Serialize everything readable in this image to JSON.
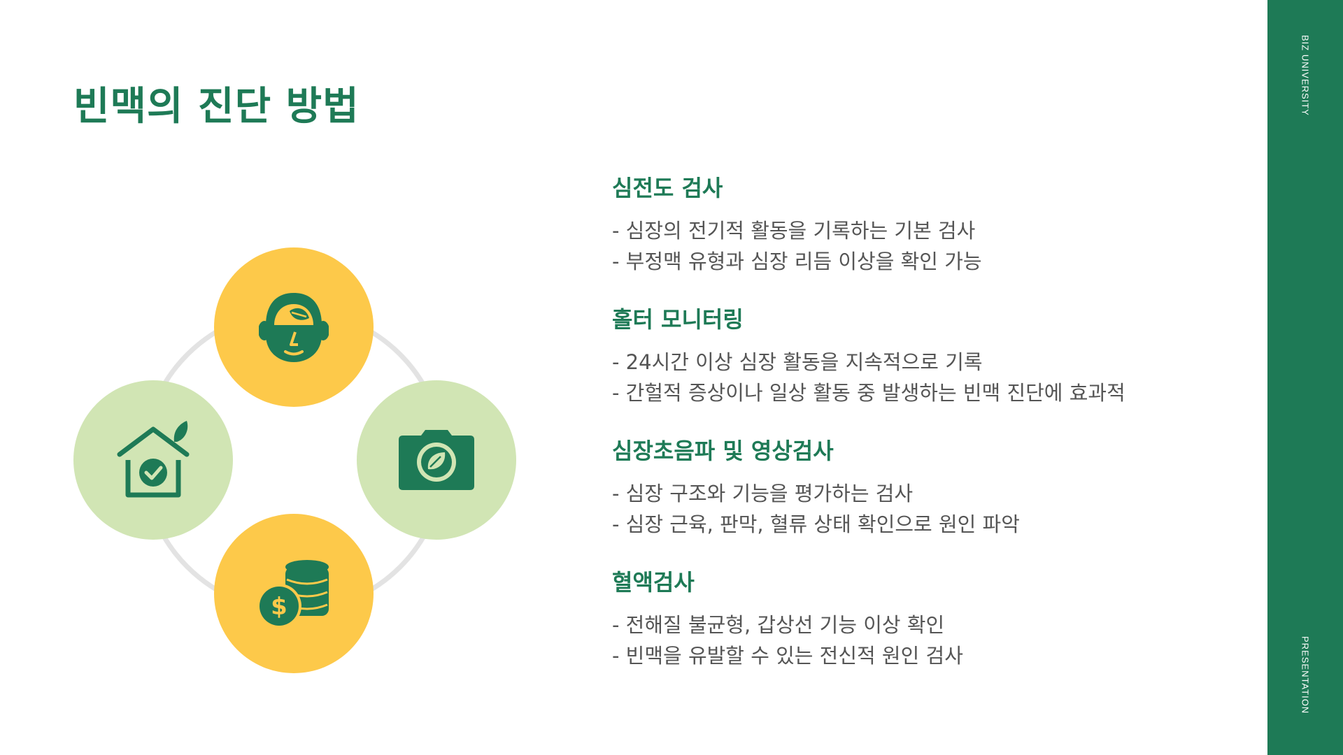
{
  "title": "빈맥의 진단 방법",
  "sidebar": {
    "top_text": "BIZ UNIVERSITY",
    "bottom_text": "PRESENTATION"
  },
  "colors": {
    "primary_green": "#1e7a56",
    "yellow": "#fdc94a",
    "light_green": "#d1e5b4",
    "ring_gray": "#e3e3e3",
    "body_text": "#555555"
  },
  "diagram": {
    "icons": [
      "head-leaf-icon",
      "house-check-icon",
      "camera-leaf-icon",
      "coins-dollar-icon"
    ]
  },
  "items": [
    {
      "title": "심전도 검사",
      "lines": [
        "- 심장의 전기적 활동을 기록하는 기본 검사",
        "- 부정맥 유형과 심장 리듬 이상을 확인 가능"
      ]
    },
    {
      "title": "홀터 모니터링",
      "lines": [
        "- 24시간 이상 심장 활동을 지속적으로 기록",
        "- 간헐적 증상이나 일상 활동 중 발생하는 빈맥 진단에 효과적"
      ]
    },
    {
      "title": "심장초음파 및 영상검사",
      "lines": [
        "- 심장 구조와 기능을 평가하는 검사",
        "- 심장 근육, 판막, 혈류 상태 확인으로 원인 파악"
      ]
    },
    {
      "title": "혈액검사",
      "lines": [
        "- 전해질 불균형, 갑상선 기능 이상 확인",
        "- 빈맥을 유발할 수 있는 전신적 원인 검사"
      ]
    }
  ]
}
